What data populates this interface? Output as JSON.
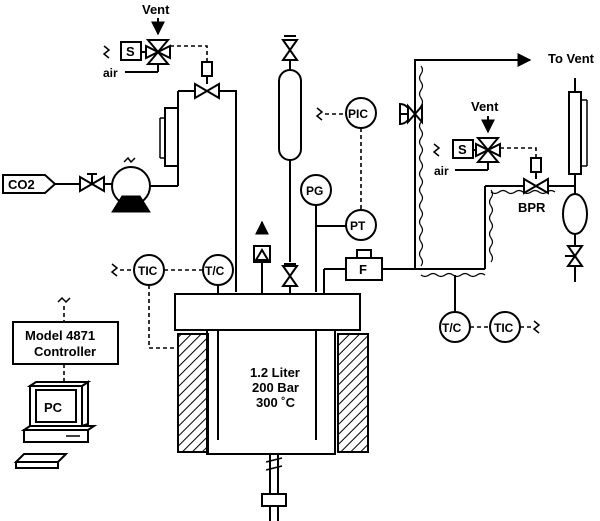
{
  "labels": {
    "vent_top": "Vent",
    "air_top": "air",
    "solenoid_top": "S",
    "co2": "CO2",
    "tic_left": "TIC",
    "tc_left": "T/C",
    "pg": "PG",
    "pic": "PIC",
    "pt": "PT",
    "flow": "F",
    "to_vent": "To Vent",
    "vent_right": "Vent",
    "solenoid_right": "S",
    "air_right": "air",
    "bpr": "BPR",
    "tc_right": "T/C",
    "tic_right": "TIC",
    "controller_line1": "Model 4871",
    "controller_line2": "Controller",
    "pc": "PC",
    "vessel_line1": "1.2 Liter",
    "vessel_line2": "200 Bar",
    "vessel_line3": "300 ˚C"
  }
}
